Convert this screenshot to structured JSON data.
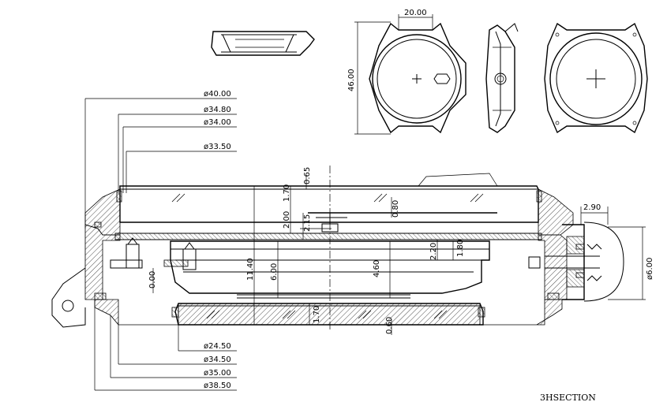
{
  "drawing": {
    "section_label": "3HSECTION",
    "top_views": {
      "width_dim": "20.00",
      "height_dim": "46.00"
    },
    "left_diameters": [
      "ø40.00",
      "ø34.80",
      "ø34.00",
      "ø33.50"
    ],
    "bottom_diameters": [
      "ø24.50",
      "ø34.50",
      "ø35.00",
      "ø38.50"
    ],
    "vertical_dims": {
      "d_0_65": "0.65",
      "d_1_70_top": "1.70",
      "d_2_00": "2.00",
      "d_2_15": "2.15",
      "d_0_80": "0.80",
      "d_11_40": "11.40",
      "d_6_00": "6.00",
      "d_4_60": "4.60",
      "d_2_20": "2.20",
      "d_1_80": "1.80",
      "d_0_00": "0.00",
      "d_1_70_bottom": "1.70",
      "d_0_60": "0.60"
    },
    "crown": {
      "d_2_90": "2.90",
      "d_6_00": "ø6.00"
    }
  }
}
